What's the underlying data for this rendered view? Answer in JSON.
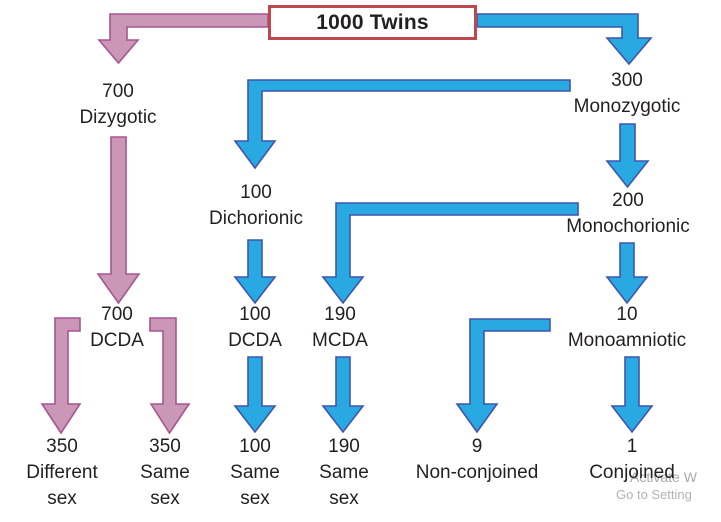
{
  "figure": {
    "root_label": "1000 Twins",
    "colors": {
      "dizygotic_branch": "#cb97b7",
      "dizygotic_branch_outline": "#a85590",
      "monozygotic_branch": "#29a9e1",
      "monozygotic_branch_outline": "#3f55ad",
      "root_box_border": "#c1474f",
      "text": "#231f20",
      "watermark_text": "#a9a9a9",
      "watermark_text2": "#b3b3b3"
    },
    "nodes": {
      "dizygotic": {
        "lines": [
          "700",
          "Dizygotic"
        ]
      },
      "monozygotic": {
        "lines": [
          "300",
          "Monozygotic"
        ]
      },
      "dichorionic": {
        "lines": [
          "100",
          "Dichorionic"
        ]
      },
      "monochorionic": {
        "lines": [
          "200",
          "Monochorionic"
        ]
      },
      "dcda_700": {
        "lines": [
          "700",
          "DCDA"
        ]
      },
      "dcda_100": {
        "lines": [
          "100",
          "DCDA"
        ]
      },
      "mcda_190": {
        "lines": [
          "190",
          "MCDA"
        ]
      },
      "monoamniotic": {
        "lines": [
          "10",
          "Monoamniotic"
        ]
      },
      "different_sex_350": {
        "lines": [
          "350",
          "Different",
          "sex"
        ]
      },
      "same_sex_350": {
        "lines": [
          "350",
          "Same",
          "sex"
        ]
      },
      "same_sex_100": {
        "lines": [
          "100",
          "Same",
          "sex"
        ]
      },
      "same_sex_190": {
        "lines": [
          "190",
          "Same",
          "sex"
        ]
      },
      "non_conjoined_9": {
        "lines": [
          "9",
          "Non-conjoined"
        ]
      },
      "conjoined_1": {
        "lines": [
          "1",
          "Conjoined"
        ]
      }
    },
    "watermark": {
      "line1": "Activate W",
      "line2": "Go to Setting"
    }
  }
}
